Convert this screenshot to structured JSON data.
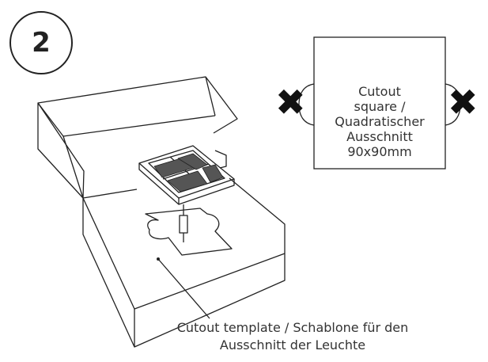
{
  "step": {
    "number": "2"
  },
  "cutout_square": {
    "lines": [
      "Cutout",
      "square /",
      "Quadratischer",
      "Ausschnitt",
      "90x90mm"
    ],
    "wrong_mark_icon": "cross-icon"
  },
  "template_caption": {
    "line1": "Cutout template / Schablone für den",
    "line2": "Ausschnitt der Leuchte"
  },
  "colors": {
    "line": "#222222",
    "text": "#333333",
    "background": "#ffffff"
  }
}
